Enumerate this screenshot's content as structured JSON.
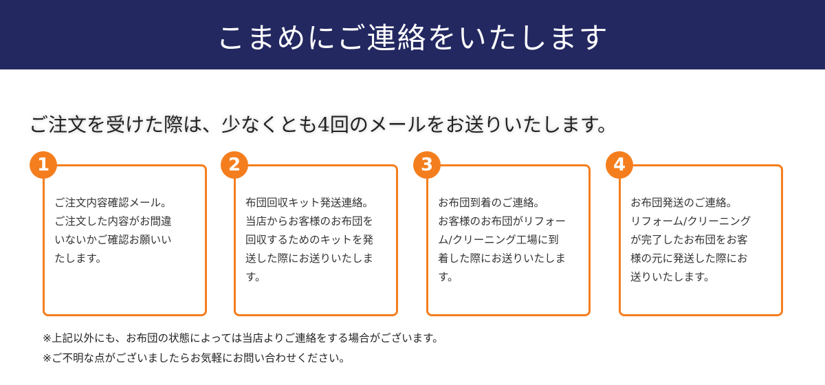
{
  "header": {
    "title": "こまめにご連絡をいたします"
  },
  "lead": "ご注文を受けた際は、少なくとも4回のメールをお送りいたします。",
  "steps": [
    {
      "number": "1",
      "lines": [
        "ご注文内容確認メール。",
        "ご注文した内容がお間違",
        "いないかご確認お願いい",
        "たします。"
      ]
    },
    {
      "number": "2",
      "lines": [
        "布団回収キット発送連絡。",
        "当店からお客様のお布団を",
        "回収するためのキットを発",
        "送した際にお送りいたしま",
        "す。"
      ]
    },
    {
      "number": "3",
      "lines": [
        "お布団到着のご連絡。",
        "お客様のお布団がリフォー",
        "ム/クリーニング工場に到",
        "着した際にお送りいたしま",
        "す。"
      ]
    },
    {
      "number": "4",
      "lines": [
        "お布団発送のご連絡。",
        "リフォーム/クリーニング",
        "が完了したお布団をお客",
        "様の元に発送した際にお",
        "送りいたします。"
      ]
    }
  ],
  "notes": [
    "※上記以外にも、お布団の状態によっては当店よりご連絡をする場合がございます。",
    "※ご不明な点がございましたらお気軽にお問い合わせください。"
  ],
  "colors": {
    "header": "#232861",
    "accent": "#f47e1e"
  }
}
